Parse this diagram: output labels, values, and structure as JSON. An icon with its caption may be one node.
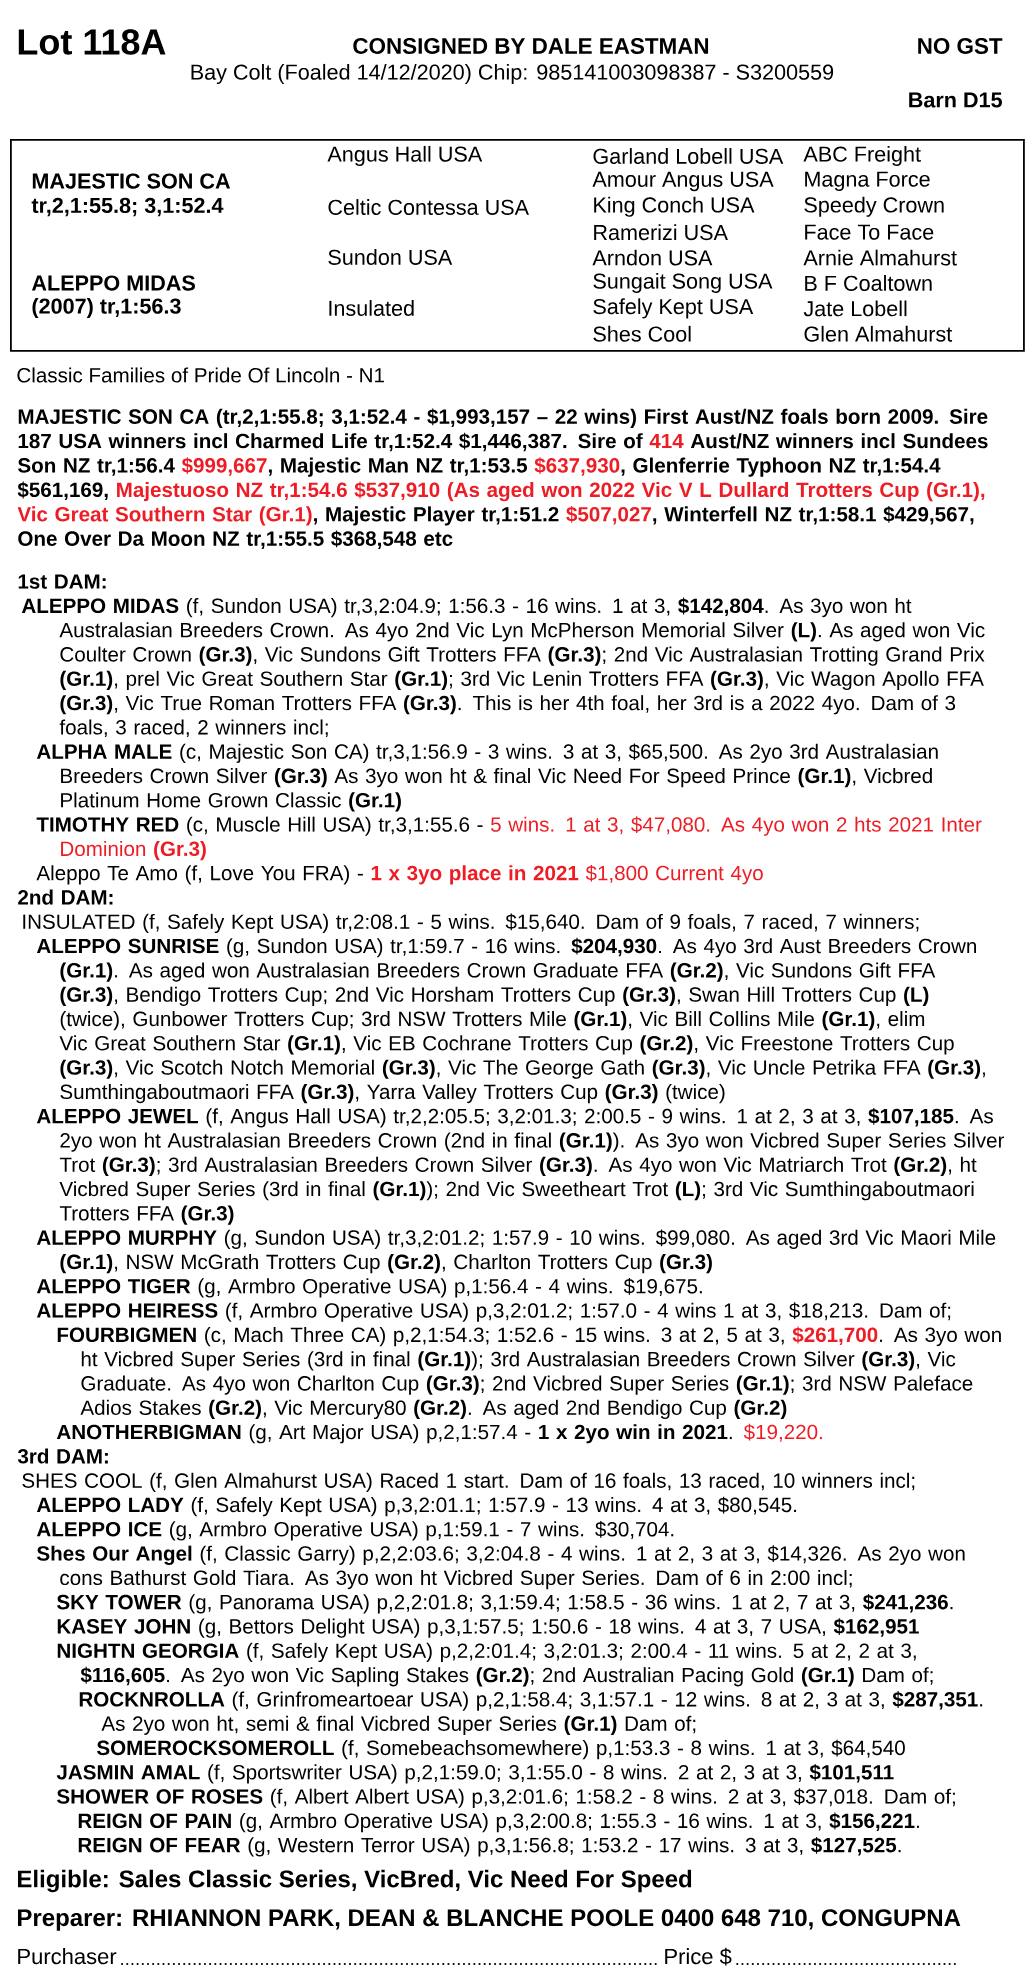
{
  "diagram": {
    "nodes": [
      {
        "text": [
          "MAJESTIC SON CA",
          "tr,2,1:55.8; 3,1:52.4",
          "ALEPPO MIDAS",
          "(2007) tr,1:56.3",
          "Angus Hall USA",
          "Celtic Contessa USA",
          "Sundon USA",
          "Insulated",
          "Garland Lobell USA",
          "Amour Angus USA",
          "King Conch USA",
          "Ramerizi USA",
          "Arndon USA",
          "Sungait Song USA",
          "Safely Kept USA",
          "Shes Cool",
          "ABC Freight",
          "Magna Force",
          "Speedy Crown",
          "Face To Face",
          "Arnie Almahurst",
          "B F Coaltown",
          "Jate Lobell",
          "Glen Almahurst"
        ]
      }
    ],
    "labels": [
      "Lot 118A",
      "CONSIGNED BY DALE EASTMAN",
      "NO GST",
      "Bay Colt (Foaled 14/12/2020) Chip: 985141003098387 - S3200559",
      "Barn D15",
      "Classic Families of Pride Of Lincoln - N1",
      "MAJESTIC SON CA (tr,2,1:55.8; 3,1:52.4 - $1,993,157 – 22 wins) First Aust/NZ foals born 2009. Sire 187 USA winners incl Charmed Life tr,1:52.4 $1,446,387. Sire of",
      "414",
      "Aust/NZ winners incl Sundees Son NZ tr,1:56.4",
      "$999,667",
      ", Majestic Man NZ tr,1:53.5",
      "$637,930",
      ", Glenferrie Typhoon NZ tr,1:54.4 $561,169,",
      "Majestuoso NZ tr,1:54.6 $537,910 (As aged won 2022 Vic V L Dullard Trotters Cup (Gr.1), Vic Great Southern Star (Gr.1)",
      ", Majestic Player tr,1:51.2",
      "$507,027",
      ", Winterfell NZ tr,1:58.1 $429,567, One Over Da Moon NZ tr,1:55.5 $368,548 etc",
      "1st DAM:",
      "**ALEPPO MIDAS** (f, Sundon USA) tr,3,2:04.9; 1:56.3 - 16 wins. 1 at 3, **$142,804**. As 3yo won ht Australasian Breeders Crown. As 4yo 2nd Vic Lyn McPherson Memorial Silver **(L)**. As aged won Vic Coulter Crown **(Gr.3)**, Vic Sundons Gift Trotters FFA **(Gr.3)**; 2nd Vic Australasian Trotting Grand Prix **(Gr.1)**, prel Vic Great Southern Star **(Gr.1)**; 3rd Vic Lenin Trotters FFA **(Gr.3)**, Vic Wagon Apollo FFA **(Gr.3)**, Vic True Roman Trotters FFA **(Gr.3)**. This is her 4th foal, her 3rd is a 2022 4yo. Dam of 3 foals, 3 raced, 2 winners incl;",
      "**ALPHA MALE** (c, Majestic Son CA) tr,3,1:56.9 - 3 wins. 3 at 3, $65,500. As 2yo 3rd Australasian Breeders Crown Silver **(Gr.3)** As 3yo won ht & final Vic Need For Speed Prince **(Gr.1)**, Vicbred Platinum Home Grown Classic **(Gr.1)**",
      "**TIMOTHY RED** (c, Muscle Hill USA) tr,3,1:55.6 -",
      "5 wins. 1 at 3, $47,080. As 4yo won 2 hts 2021 Inter Dominion **(Gr.3)**",
      "Aleppo Te Amo (f, Love You FRA) -",
      "**1 x 3yo place in 2021** $1,800 Current 4yo",
      "2nd DAM:",
      "INSULATED (f, Safely Kept USA) tr,2:08.1 - 5 wins. $15,640. Dam of 9 foals, 7 raced, 7 winners;",
      "**ALEPPO SUNRISE** (g, Sundon USA) tr,1:59.7 - 16 wins. **$204,930**. As 4yo 3rd Aust Breeders Crown **(Gr.1)**. As aged won Australasian Breeders Crown Graduate FFA **(Gr.2)**, Vic Sundons Gift FFA **(Gr.3)**, Bendigo Trotters Cup; 2nd Vic Horsham Trotters Cup **(Gr.3)**, Swan Hill Trotters Cup **(L)** (twice), Gunbower Trotters Cup; 3rd NSW Trotters Mile **(Gr.1)**, Vic Bill Collins Mile **(Gr.1)**, elim Vic Great Southern Star **(Gr.1)**, Vic EB Cochrane Trotters Cup **(Gr.2)**, Vic Freestone Trotters Cup **(Gr.3)**, Vic Scotch Notch Memorial **(Gr.3)**, Vic The George Gath **(Gr.3)**, Vic Uncle Petrika FFA **(Gr.3)**, Sumthingaboutmaori FFA **(Gr.3)**, Yarra Valley Trotters Cup **(Gr.3)** (twice)",
      "**ALEPPO JEWEL** (f, Angus Hall USA) tr,2,2:05.5; 3,2:01.3; 2:00.5 - 9 wins. 1 at 2, 3 at 3, **$107,185**. As 2yo won ht Australasian Breeders Crown (2nd in final **(Gr.1)**). As 3yo won Vicbred Super Series Silver Trot **(Gr.3)**; 3rd Australasian Breeders Crown Silver **(Gr.3)**. As 4yo won Vic Matriarch Trot **(Gr.2)**, ht Vicbred Super Series (3rd in final **(Gr.1)**); 2nd Vic Sweetheart Trot **(L)**; 3rd Vic Sumthingaboutmaori Trotters FFA **(Gr.3)**",
      "**ALEPPO MURPHY** (g, Sundon USA) tr,3,2:01.2; 1:57.9 - 10 wins. $99,080. As aged 3rd Vic Maori Mile **(Gr.1)**, NSW McGrath Trotters Cup **(Gr.2)**, Charlton Trotters Cup **(Gr.3)**",
      "**ALEPPO TIGER** (g, Armbro Operative USA) p,1:56.4 - 4 wins. $19,675.",
      "**ALEPPO HEIRESS** (f, Armbro Operative USA) p,3,2:01.2; 1:57.0 - 4 wins 1 at 3, $18,213. Dam of;",
      "**FOURBIGMEN** (c, Mach Three CA) p,2,1:54.3; 1:52.6 - 15 wins. 3 at 2, 5 at 3,",
      "$261,700",
      ". As 3yo won ht Vicbred Super Series (3rd in final **(Gr.1)**); 3rd Australasian Breeders Crown Silver **(Gr.3)**, Vic Graduate. As 4yo won Charlton Cup **(Gr.3)**; 2nd Vicbred Super Series **(Gr.1)**; 3rd NSW Paleface Adios Stakes **(Gr.2)**, Vic Mercury80 **(Gr.2)**. As aged 2nd Bendigo Cup **(Gr.2)**",
      "**ANOTHERBIGMAN** (g, Art Major USA) p,2,1:57.4 - **1 x 2yo win in 2021**.",
      "$19,220.",
      "3rd DAM:",
      "SHES COOL (f, Glen Almahurst USA) Raced 1 start. Dam of 16 foals, 13 raced, 10 winners incl;",
      "**ALEPPO LADY** (f, Safely Kept USA) p,3,2:01.1; 1:57.9 - 13 wins. 4 at 3, $80,545.",
      "**ALEPPO ICE** (g, Armbro Operative USA) p,1:59.1 - 7 wins. $30,704.",
      "**Shes Our Angel** (f, Classic Garry) p,2,2:03.6; 3,2:04.8 - 4 wins. 1 at 2, 3 at 3, $14,326. As 2yo won cons Bathurst Gold Tiara. As 3yo won ht Vicbred Super Series. Dam of 6 in 2:00 incl;",
      "**SKY TOWER** (g, Panorama USA) p,2,2:01.8; 3,1:59.4; 1:58.5 - 36 wins. 1 at 2, 7 at 3, **$241,236**.",
      "**KASEY JOHN** (g, Bettors Delight USA) p,3,1:57.5; 1:50.6 - 18 wins. 4 at 3, 7 USA, **$162,951**",
      "**NIGHTN GEORGIA** (f, Safely Kept USA) p,2,2:01.4; 3,2:01.3; 2:00.4 - 11 wins. 5 at 2, 2 at 3, **$116,605**. As 2yo won Vic Sapling Stakes **(Gr.2)**; 2nd Australian Pacing Gold **(Gr.1)** Dam of;",
      "**ROCKNROLLA** (f, Grinfromeartoear USA) p,2,1:58.4; 3,1:57.1 - 12 wins. 8 at 2, 3 at 3, **$287,351**. As 2yo won ht, semi & final Vicbred Super Series **(Gr.1)** Dam of;",
      "**SOMEROCKSOMEROLL** (f, Somebeachsomewhere) p,1:53.3 - 8 wins. 1 at 3, $64,540",
      "**JASMIN AMAL** (f, Sportswriter USA) p,2,1:59.0; 3,1:55.0 - 8 wins. 2 at 2, 3 at 3, **$101,511**",
      "**SHOWER OF ROSES** (f, Albert Albert USA) p,3,2:01.6; 1:58.2 - 8 wins. 2 at 3, $37,018. Dam of;",
      "**REIGN OF PAIN** (g, Armbro Operative USA) p,3,2:00.8; 1:55.3 - 16 wins. 1 at 3, **$156,221**.",
      "**REIGN OF FEAR** (g, Western Terror USA) p,3,1:56.8; 1:53.2 - 17 wins. 3 at 3, **$127,525**.",
      "Eligible: Sales Classic Series, VicBred, Vic Need For Speed",
      "Preparer: RHIANNON PARK, DEAN & BLANCHE POOLE 0400 648 710, CONGUPNA",
      "Purchaser",
      "Price $"
    ]
  }
}
